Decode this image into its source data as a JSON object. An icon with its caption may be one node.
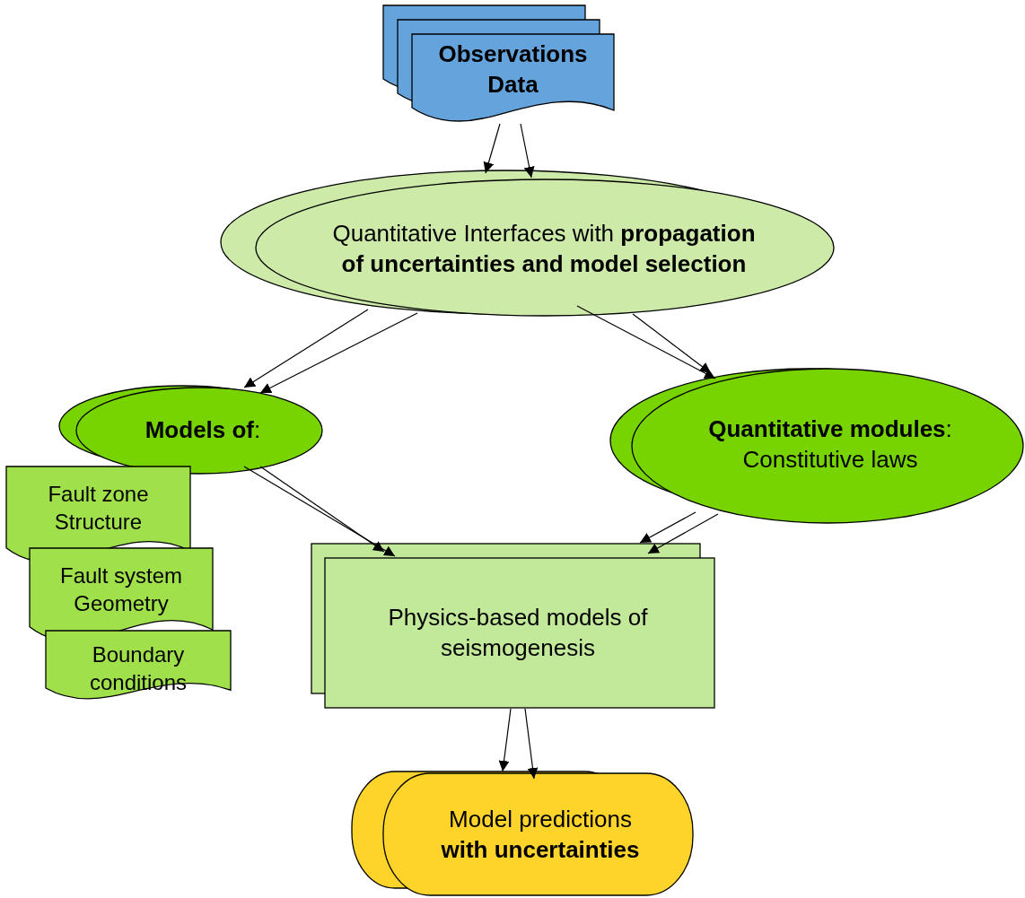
{
  "diagram": {
    "nodes": [
      {
        "text": [
          "Observations Data"
        ]
      },
      {
        "text": [
          "Quantitative Interfaces with **propagation of uncertainties and model selection**"
        ]
      },
      {
        "text": [
          "**Models of**:"
        ]
      },
      {
        "text": [
          "**Quantitative modules**: Constitutive laws"
        ]
      },
      {
        "text": [
          "Fault zone Structure"
        ]
      },
      {
        "text": [
          "Fault system Geometry"
        ]
      },
      {
        "text": [
          "Boundary conditions"
        ]
      },
      {
        "text": [
          "Physics-based models of seismogenesis"
        ]
      },
      {
        "text": [
          "Model predictions **with uncertainties**"
        ]
      }
    ],
    "edges": [
      {
        "from": 0,
        "to": 1,
        "arrow": "to"
      },
      {
        "from": 0,
        "to": 1,
        "arrow": "to"
      },
      {
        "from": 1,
        "to": 2,
        "arrow": "to"
      },
      {
        "from": 1,
        "to": 2,
        "arrow": "to"
      },
      {
        "from": 1,
        "to": 3,
        "arrow": "to"
      },
      {
        "from": 1,
        "to": 3,
        "arrow": "to"
      },
      {
        "from": 2,
        "to": 7,
        "arrow": "to"
      },
      {
        "from": 2,
        "to": 7,
        "arrow": "to"
      },
      {
        "from": 3,
        "to": 7,
        "arrow": "to"
      },
      {
        "from": 3,
        "to": 7,
        "arrow": "to"
      },
      {
        "from": 7,
        "to": 8,
        "arrow": "to"
      },
      {
        "from": 7,
        "to": 8,
        "arrow": "to"
      }
    ]
  }
}
